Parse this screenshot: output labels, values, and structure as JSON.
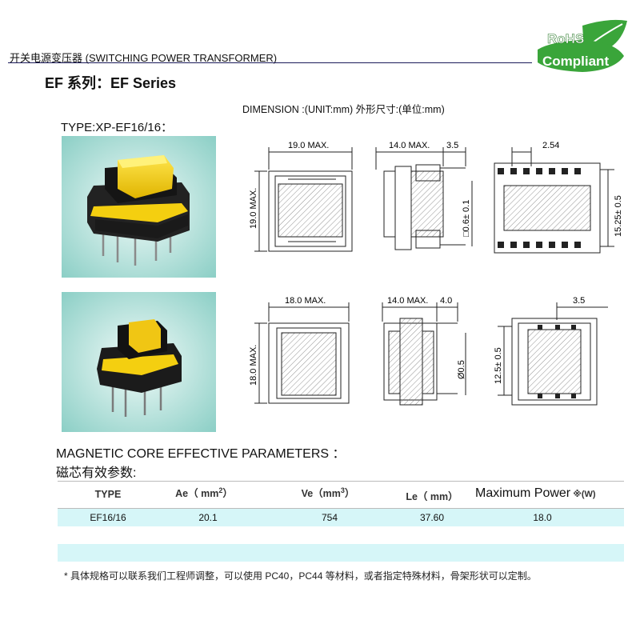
{
  "header": {
    "text": "开关电源变压器 (SWITCHING POWER TRANSFORMER)",
    "rohs_top": "RoHS",
    "rohs_bottom": "Compliant"
  },
  "series_title": "EF 系列：EF Series",
  "dimension_title": "DIMENSION :(UNIT:mm)  外形尺寸:(单位:mm)",
  "type_title": "TYPE:XP-EF16/16：",
  "drawing1": {
    "front_width": "19.0 MAX.",
    "front_height": "19.0 MAX.",
    "side_width": "14.0 MAX.",
    "pin_len": "3.5",
    "pin_dia": "□0.6± 0.1",
    "pitch": "2.54",
    "row_span": "15.25± 0.5"
  },
  "drawing2": {
    "front_width": "18.0 MAX.",
    "front_height": "18.0 MAX.",
    "side_width": "14.0 MAX.",
    "pin_len": "4.0",
    "pin_dia": "Ø0.5",
    "pitch": "3.5",
    "row_span": "12.5± 0.5"
  },
  "params": {
    "title": "MAGNETIC CORE EFFECTIVE PARAMETERS  ：",
    "subtitle": "磁芯有效参数:",
    "headers": {
      "type": "TYPE",
      "ae": "Ae（ mm",
      "ae_sup": "2",
      "ae_end": "）",
      "ve": "Ve（mm",
      "ve_sup": "3",
      "ve_end": "）",
      "le": "Le（ mm）",
      "power": "Maximum Power",
      "power_unit": " ※(W)"
    },
    "rows": [
      {
        "type": "EF16/16",
        "ae": "20.1",
        "ve": "754",
        "le": "37.60",
        "power": "18.0"
      }
    ]
  },
  "note": "*  具体规格可以联系我们工程师调整，可以使用 PC40，PC44 等材料，或者指定特殊材料，骨架形状可以定制。"
}
